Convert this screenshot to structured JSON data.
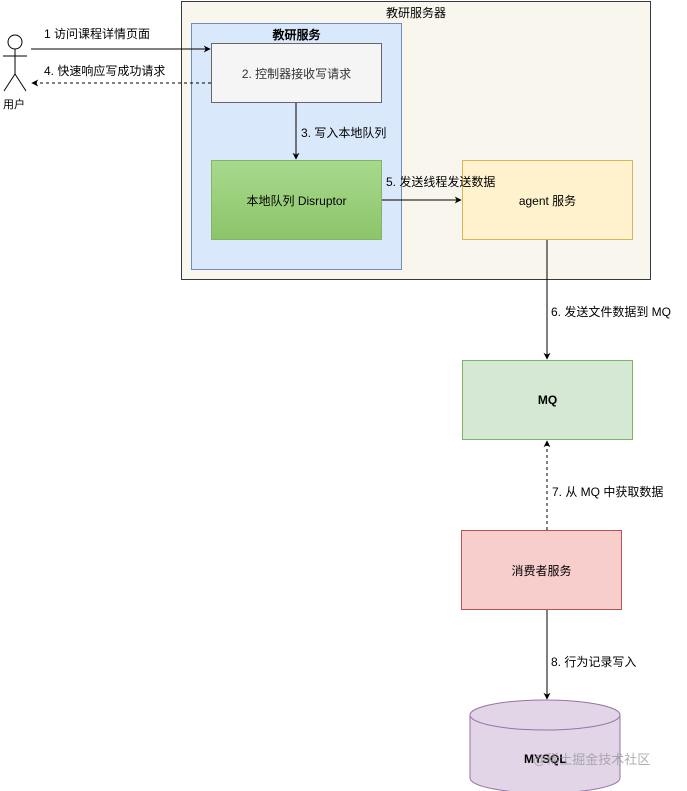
{
  "user": {
    "label": "用户"
  },
  "server": {
    "title": "教研服务器"
  },
  "teaching_service": {
    "title": "教研服务"
  },
  "controller": {
    "label": "2. 控制器接收写请求"
  },
  "local_queue": {
    "label": "本地队列 Disruptor"
  },
  "agent": {
    "label": "agent 服务"
  },
  "mq": {
    "label": "MQ"
  },
  "consumer": {
    "label": "消费者服务"
  },
  "mysql": {
    "label": "MYSQL"
  },
  "edges": {
    "step1": "1 访问课程详情页面",
    "step4": "4. 快速响应写成功请求",
    "step3": "3. 写入本地队列",
    "step5": "5. 发送线程发送数据",
    "step6": "6. 发送文件数据到 MQ",
    "step7": "7. 从 MQ 中获取数据",
    "step8": "8. 行为记录写入"
  },
  "watermark": "@稀土掘金技术社区",
  "colors": {
    "server_fill": "#f9f7ed",
    "teaching_fill": "#dae8fc",
    "teaching_stroke": "#6c8ebf",
    "controller_fill": "#f5f5f5",
    "queue_fill": "#97d077",
    "agent_fill": "#fff2cc",
    "agent_stroke": "#d6b656",
    "mq_fill": "#d5e8d4",
    "mq_stroke": "#82b366",
    "consumer_fill": "#f8cecc",
    "consumer_stroke": "#b85450",
    "mysql_fill": "#e1d5e7",
    "mysql_stroke": "#9673a6"
  }
}
